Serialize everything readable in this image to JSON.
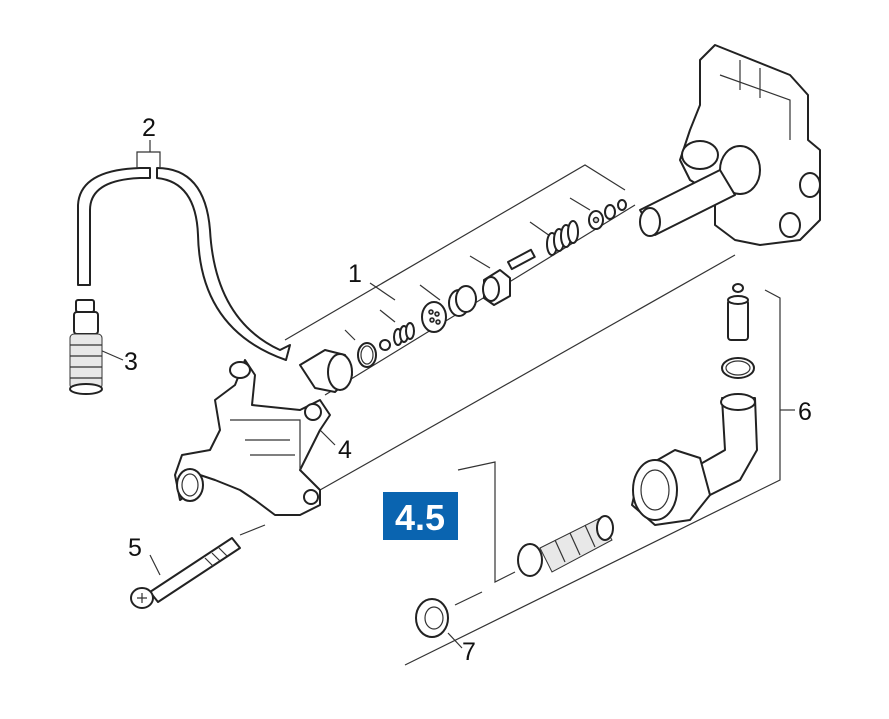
{
  "callouts": [
    {
      "number": "1",
      "part": "pump-valve-set"
    },
    {
      "number": "2",
      "part": "hose"
    },
    {
      "number": "3",
      "part": "filter-nozzle"
    },
    {
      "number": "4",
      "part": "bracket"
    },
    {
      "number": "5",
      "part": "screw"
    },
    {
      "number": "6",
      "part": "inlet-assembly"
    },
    {
      "number": "7",
      "part": "washer"
    }
  ],
  "badge": {
    "label": "4.5",
    "color": "#0a64b0",
    "text_color": "#ffffff"
  }
}
